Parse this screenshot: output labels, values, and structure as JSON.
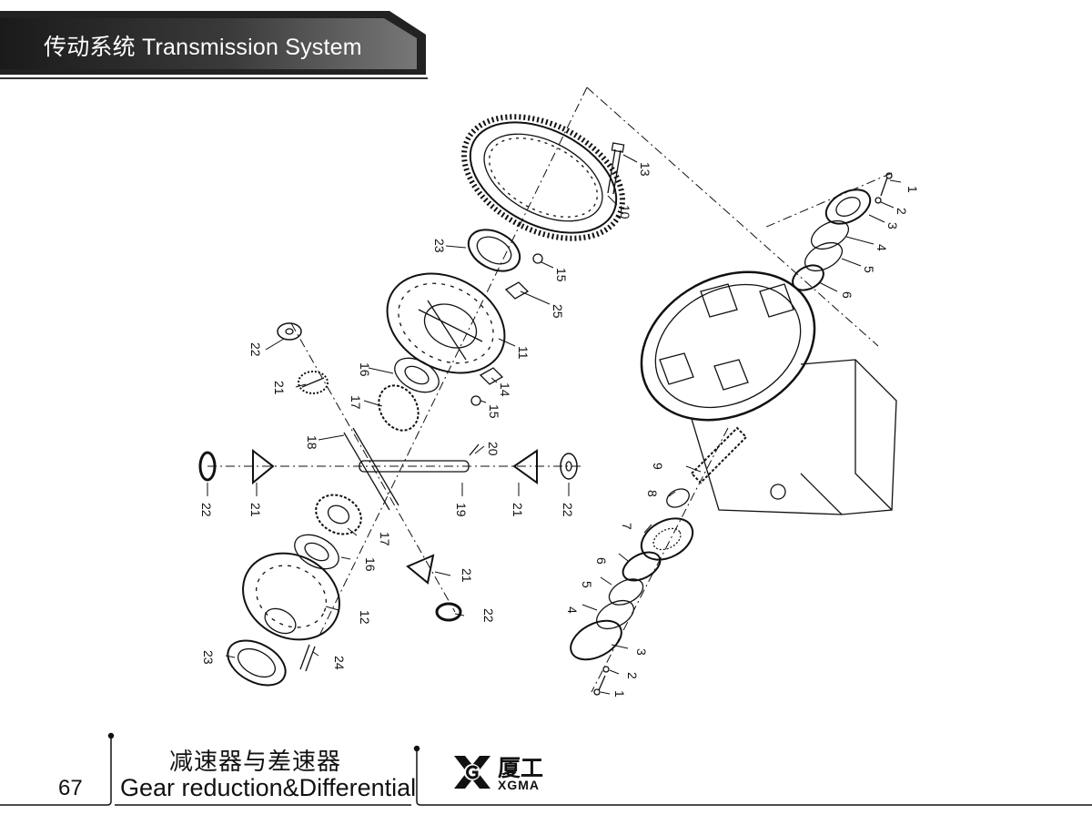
{
  "header": {
    "title": "传动系统  Transmission System"
  },
  "footer": {
    "page_number": "67",
    "section_cn": "减速器与差速器",
    "section_en": "Gear reduction&Differential",
    "logo_cn": "厦工",
    "logo_en": "XGMA"
  },
  "parts": {
    "p1a": "1",
    "p2a": "2",
    "p3a": "3",
    "p4a": "4",
    "p5a": "5",
    "p6a": "6",
    "p1b": "1",
    "p2b": "2",
    "p3b": "3",
    "p4b": "4",
    "p5b": "5",
    "p6b": "6",
    "p7": "7",
    "p8": "8",
    "p9": "9",
    "p10": "10",
    "p11": "11",
    "p12": "12",
    "p13": "13",
    "p14": "14",
    "p15a": "15",
    "p15b": "15",
    "p16a": "16",
    "p16b": "16",
    "p17a": "17",
    "p17b": "17",
    "p18": "18",
    "p19": "19",
    "p20": "20",
    "p21a": "21",
    "p21b": "21",
    "p21c": "21",
    "p21d": "21",
    "p22a": "22",
    "p22b": "22",
    "p22c": "22",
    "p22d": "22",
    "p23a": "23",
    "p23b": "23",
    "p24": "24",
    "p25": "25"
  }
}
